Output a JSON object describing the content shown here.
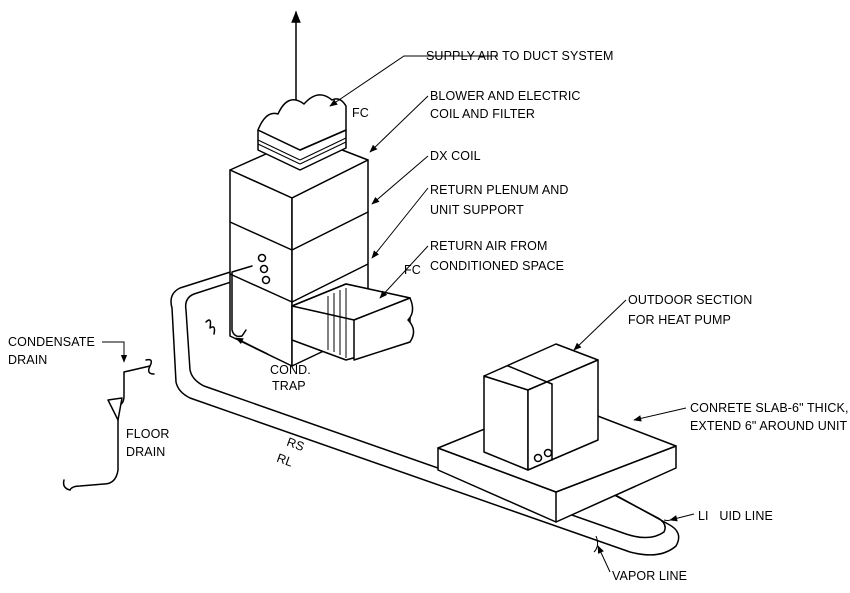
{
  "labels": {
    "supply_air": "SUPPLY AIR TO DUCT SYSTEM",
    "blower_line1": "BLOWER AND ELECTRIC",
    "blower_line2": "COIL AND FILTER",
    "dx_coil": "DX COIL",
    "return_plenum_line1": "RETURN PLENUM AND",
    "return_plenum_line2": "UNIT SUPPORT",
    "return_air_line1": "RETURN AIR FROM",
    "return_air_line2": "CONDITIONED SPACE",
    "fc_top": "FC",
    "fc_return": "FC",
    "outdoor_line1": "OUTDOOR SECTION",
    "outdoor_line2": "FOR HEAT PUMP",
    "slab_line1": "CONRETE SLAB-6\" THICK,",
    "slab_line2": "EXTEND 6\" AROUND UNIT",
    "condensate_line1": "CONDENSATE",
    "condensate_line2": "DRAIN",
    "floor_drain_line1": "FLOOR",
    "floor_drain_line2": "DRAIN",
    "trap_line1": "COND.",
    "trap_line2": "TRAP",
    "rs": "RS",
    "rl": "RL",
    "liquid_line": "LI   UID LINE",
    "vapor_line": "VAPOR LINE"
  }
}
